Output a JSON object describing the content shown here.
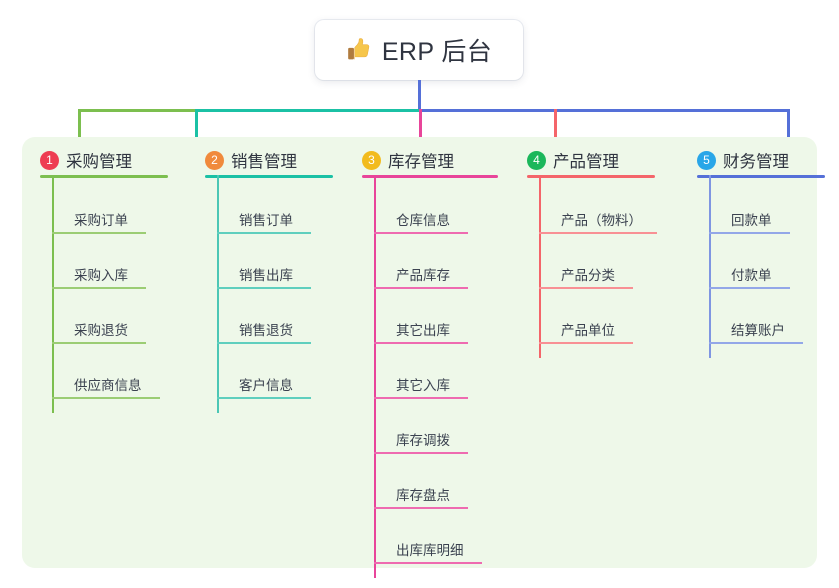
{
  "root": {
    "title": "ERP 后台",
    "icon": "thumbs-up-icon",
    "icon_colors": {
      "hand": "#f6c64b",
      "cuff": "#b07b3e",
      "outline": "#e8a93a"
    }
  },
  "canvas": {
    "background": "#ffffff",
    "panel_background": "#eef8e9"
  },
  "columns": [
    {
      "number": "1",
      "title": "采购管理",
      "badge_color": "#ee3d52",
      "line_color": "#7cbf4f",
      "items": [
        {
          "label": "采购订单"
        },
        {
          "label": "采购入库"
        },
        {
          "label": "采购退货"
        },
        {
          "label": "供应商信息"
        }
      ]
    },
    {
      "number": "2",
      "title": "销售管理",
      "badge_color": "#f08a3c",
      "line_color": "#1bc1a5",
      "items": [
        {
          "label": "销售订单"
        },
        {
          "label": "销售出库"
        },
        {
          "label": "销售退货"
        },
        {
          "label": "客户信息"
        }
      ]
    },
    {
      "number": "3",
      "title": "库存管理",
      "badge_color": "#f2bb1d",
      "line_color": "#e8459a",
      "items": [
        {
          "label": "仓库信息"
        },
        {
          "label": "产品库存"
        },
        {
          "label": "其它出库"
        },
        {
          "label": "其它入库"
        },
        {
          "label": "库存调拨"
        },
        {
          "label": "库存盘点"
        },
        {
          "label": "出库库明细"
        }
      ]
    },
    {
      "number": "4",
      "title": "产品管理",
      "badge_color": "#1bb75b",
      "line_color": "#f4656a",
      "items": [
        {
          "label": "产品（物料）"
        },
        {
          "label": "产品分类"
        },
        {
          "label": "产品单位"
        }
      ]
    },
    {
      "number": "5",
      "title": "财务管理",
      "badge_color": "#29a6e8",
      "line_color": "#5570d8",
      "items": [
        {
          "label": "回款单"
        },
        {
          "label": "付款单"
        },
        {
          "label": "结算账户"
        }
      ]
    }
  ],
  "connectors": {
    "trunk_color": "#5570d8",
    "bus_segments": [
      {
        "color": "#7cbf4f"
      },
      {
        "color": "#1bc1a5"
      },
      {
        "color": "#5570d8"
      }
    ]
  }
}
